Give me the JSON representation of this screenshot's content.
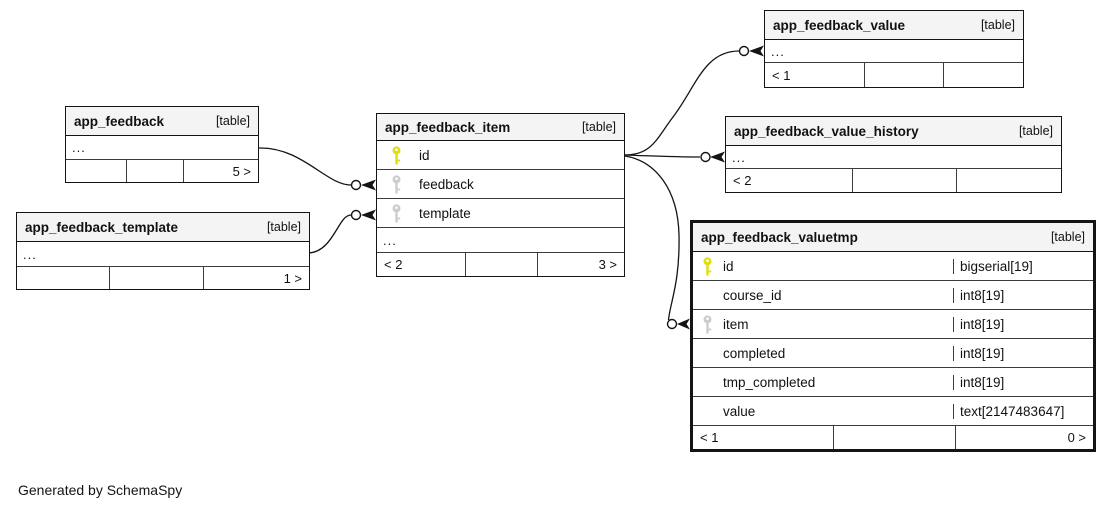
{
  "generator_note": "Generated by SchemaSpy",
  "colors": {
    "primary_key": "#dfdf0c",
    "foreign_key": "#cccccc",
    "header_bg": "#f4f4f4",
    "border": "#141414"
  },
  "icons": {
    "primary_key": "key-icon-yellow",
    "foreign_key": "key-icon-gray"
  },
  "tables": [
    {
      "name": "app_feedback",
      "tag": "[table]",
      "collapsed": "...",
      "footer": [
        "",
        "",
        "5 >"
      ]
    },
    {
      "name": "app_feedback_template",
      "tag": "[table]",
      "collapsed": "...",
      "footer": [
        "",
        "",
        "1 >"
      ]
    },
    {
      "name": "app_feedback_item",
      "tag": "[table]",
      "columns": [
        {
          "key": "primary",
          "name": "id"
        },
        {
          "key": "foreign",
          "name": "feedback"
        },
        {
          "key": "foreign",
          "name": "template"
        }
      ],
      "collapsed": "...",
      "footer": [
        "< 2",
        "",
        "3 >"
      ]
    },
    {
      "name": "app_feedback_value",
      "tag": "[table]",
      "collapsed": "...",
      "footer": [
        "< 1",
        "",
        ""
      ]
    },
    {
      "name": "app_feedback_value_history",
      "tag": "[table]",
      "collapsed": "...",
      "footer": [
        "< 2",
        "",
        ""
      ]
    },
    {
      "name": "app_feedback_valuetmp",
      "tag": "[table]",
      "columns": [
        {
          "key": "primary",
          "name": "id",
          "type": "bigserial[19]"
        },
        {
          "key": null,
          "name": "course_id",
          "type": "int8[19]"
        },
        {
          "key": "foreign",
          "name": "item",
          "type": "int8[19]"
        },
        {
          "key": null,
          "name": "completed",
          "type": "int8[19]"
        },
        {
          "key": null,
          "name": "tmp_completed",
          "type": "int8[19]"
        },
        {
          "key": null,
          "name": "value",
          "type": "text[2147483647]"
        }
      ],
      "footer": [
        "< 1",
        "",
        "0 >"
      ]
    }
  ],
  "relationships": [
    {
      "from": "app_feedback",
      "to": "app_feedback_item.feedback"
    },
    {
      "from": "app_feedback_template",
      "to": "app_feedback_item.template"
    },
    {
      "from": "app_feedback_item.id",
      "to": "app_feedback_value"
    },
    {
      "from": "app_feedback_item.id",
      "to": "app_feedback_value_history"
    },
    {
      "from": "app_feedback_item.id",
      "to": "app_feedback_valuetmp.item"
    }
  ]
}
